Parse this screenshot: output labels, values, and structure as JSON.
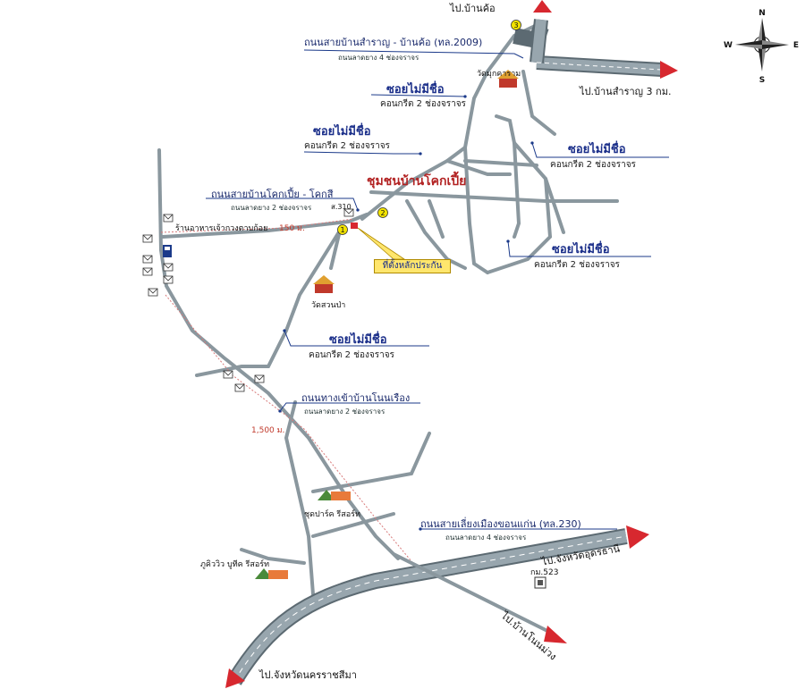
{
  "destinations": {
    "ban_kho": "ไป.บ้านค้อ",
    "ban_samran": "ไป.บ้านสำราญ 3 กม.",
    "udon_thani": "ไป.จังหวัดอุดรธานี",
    "ban_non_muang": "ไป.บ้านโนนม่วง",
    "nakhon_ratchasima": "ไป.จังหวัดนครราชสีมา"
  },
  "roads": {
    "samran_kho": {
      "name": "ถนนสายบ้านสำราญ - บ้านค้อ (ทล.2009)",
      "surface": "ถนนลาดยาง 4 ช่องจราจร"
    },
    "khok_pia_khok_si": {
      "name": "ถนนสายบ้านโคกเปี้ย - โคกสี",
      "surface": "ถนนลาดยาง 2 ช่องจราจร"
    },
    "non_rueang": {
      "name": "ถนนทางเข้าบ้านโนนเรือง",
      "surface": "ถนนลาดยาง 2 ช่องจราจร"
    },
    "khon_kaen_bypass": {
      "name": "ถนนสายเลี่ยงเมืองขอนแก่น (ทล.230)",
      "surface": "ถนนลาดยาง 4 ช่องจราจร"
    }
  },
  "soi_labels": [
    {
      "name": "ซอยไม่มีชื่อ",
      "surface": "คอนกรีต 2 ช่องจราจร"
    },
    {
      "name": "ซอยไม่มีชื่อ",
      "surface": "คอนกรีต 2 ช่องจราจร"
    },
    {
      "name": "ซอยไม่มีชื่อ",
      "surface": "คอนกรีต 2 ช่องจราจร"
    },
    {
      "name": "ซอยไม่มีชื่อ",
      "surface": "คอนกรีต 2 ช่องจราจร"
    },
    {
      "name": "ซอยไม่มีชื่อ",
      "surface": "คอนกรีต 2 ช่องจราจร"
    }
  ],
  "places": {
    "community": "ชุมชนบ้านโคกเปี้ย",
    "wat_mukkharam": "วัดมุกคาราม",
    "wat_suan_pa": "วัดสวนป่า",
    "shop": "ร้านอาหารเจ้ากวงตาบก้อย",
    "police": "ส.310",
    "chutpark_resort": "ชุดปาร์ค รีสอร์ท",
    "phuview_resort": "ภูคิววิว บูทีค รีสอร์ท",
    "km_marker": "กม.523"
  },
  "callout": "ที่ตั้งหลักประกัน",
  "distances": {
    "d150": "150 ม.",
    "d1500": "1,500 ม."
  },
  "markers": [
    "1",
    "2",
    "3"
  ],
  "compass": {
    "n": "N",
    "s": "S",
    "e": "E",
    "w": "W"
  },
  "colors": {
    "road": "#7f8e96",
    "road_edge": "#5c6a72",
    "arrow": "#d7282f",
    "label": "#1b2f8a",
    "marker": "#f2e300",
    "callout": "#ffe66d"
  }
}
